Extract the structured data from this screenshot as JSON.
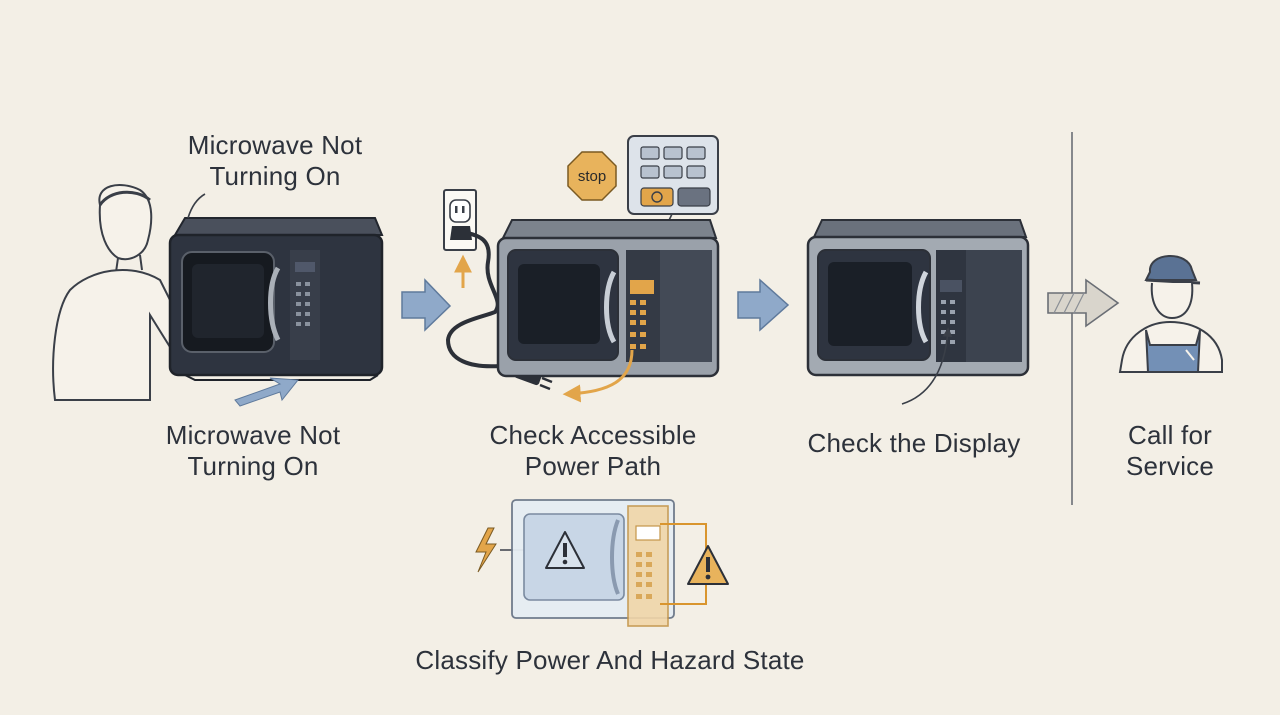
{
  "steps": {
    "step1": {
      "callout": [
        "Microwave Not",
        "Turning On"
      ],
      "caption": [
        "Microwave Not",
        "Turning On"
      ]
    },
    "step2": {
      "caption": [
        "Check Accessible",
        "Power Path"
      ],
      "sign_text": "stop"
    },
    "step3": {
      "caption": [
        "Check the Display"
      ]
    },
    "step4": {
      "caption": [
        "Call for",
        "Service"
      ]
    },
    "branch": {
      "caption": [
        "Classify Power And Hazard State"
      ]
    }
  },
  "colors": {
    "background": "#f3efe6",
    "ink": "#2d323b",
    "accent_orange": "#e2a54a",
    "arrow_blue": "#8fa9c9",
    "microwave_dark": "#2e3440",
    "microwave_steel": "#9aa1aa"
  },
  "icons": [
    "person-icon",
    "microwave-icon",
    "outlet-icon",
    "plug-icon",
    "stop-sign-icon",
    "keypad-icon",
    "warning-icon",
    "lightning-icon",
    "technician-icon",
    "arrow-right-icon"
  ]
}
